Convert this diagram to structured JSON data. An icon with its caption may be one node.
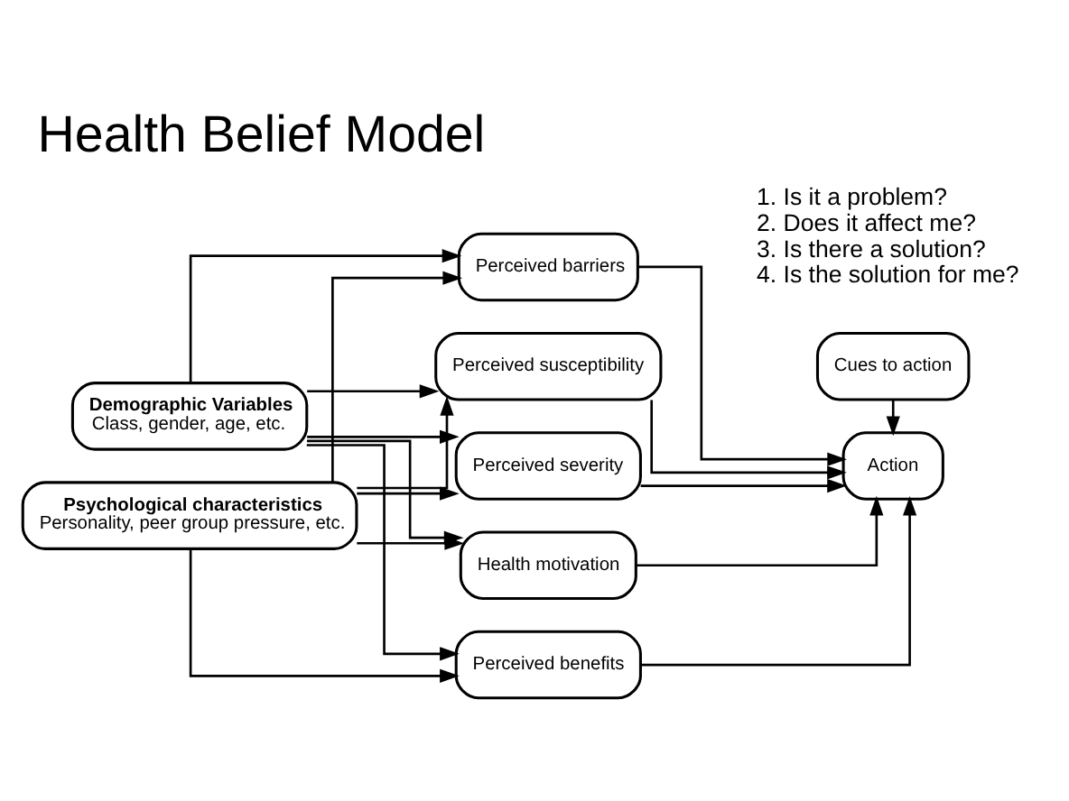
{
  "diagram": {
    "title": "Health Belief Model",
    "nodes": [
      {
        "text": [
          "Demographic Variables",
          "Class, gender, age, etc."
        ]
      },
      {
        "text": [
          "Psychological characteristics",
          "Personality, peer group pressure, etc."
        ]
      },
      {
        "text": [
          "Perceived susceptibility"
        ]
      },
      {
        "text": [
          "Perceived severity"
        ]
      },
      {
        "text": [
          "Health motivation"
        ]
      },
      {
        "text": [
          "Perceived benefits"
        ]
      },
      {
        "text": [
          "Perceived barriers"
        ]
      },
      {
        "text": [
          "Action"
        ]
      },
      {
        "text": [
          "Cues to action"
        ]
      }
    ],
    "edges": [
      {
        "from": 0,
        "to": 2,
        "arrow": "to"
      },
      {
        "from": 0,
        "to": 3,
        "arrow": "to"
      },
      {
        "from": 0,
        "to": 4,
        "arrow": "to"
      },
      {
        "from": 0,
        "to": 5,
        "arrow": "to"
      },
      {
        "from": 0,
        "to": 6,
        "arrow": "to"
      },
      {
        "from": 1,
        "to": 2,
        "arrow": "to"
      },
      {
        "from": 1,
        "to": 3,
        "arrow": "to"
      },
      {
        "from": 1,
        "to": 4,
        "arrow": "to"
      },
      {
        "from": 1,
        "to": 5,
        "arrow": "to"
      },
      {
        "from": 1,
        "to": 6,
        "arrow": "to"
      },
      {
        "from": 2,
        "to": 7,
        "arrow": "to"
      },
      {
        "from": 3,
        "to": 7,
        "arrow": "to"
      },
      {
        "from": 4,
        "to": 7,
        "arrow": "to"
      },
      {
        "from": 5,
        "to": 7,
        "arrow": "to"
      },
      {
        "from": 6,
        "to": 7,
        "arrow": "to"
      },
      {
        "from": 8,
        "to": 7,
        "arrow": "to"
      }
    ],
    "labels": [
      "1. Is it a problem?",
      "2. Does it affect me?",
      "3. Is there a solution?",
      "4. Is the solution for me?"
    ]
  }
}
